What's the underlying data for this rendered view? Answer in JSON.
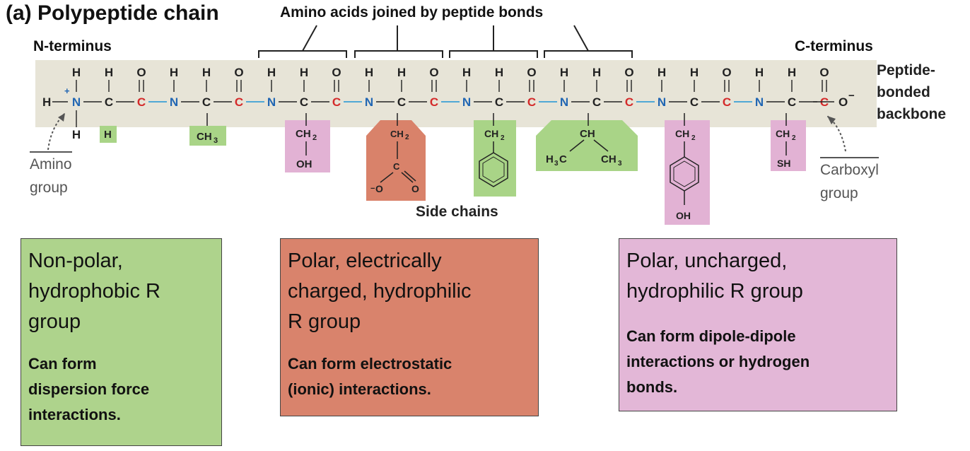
{
  "title": "(a) Polypeptide chain",
  "peptide_bonds_label": "Amino acids joined by peptide bonds",
  "n_terminus": "N-terminus",
  "c_terminus": "C-terminus",
  "backbone_label": [
    "Peptide-",
    "bonded",
    "backbone"
  ],
  "amino_group": [
    "Amino",
    "group"
  ],
  "carboxyl_group": [
    "Carboxyl",
    "group"
  ],
  "side_chains_label": "Side chains",
  "atoms": {
    "H": "H",
    "C": "C",
    "N": "N",
    "O": "O",
    "plus": "+",
    "minus": "−"
  },
  "side_chain_groups": {
    "h": "H",
    "ch3": "CH",
    "ch2": "CH",
    "sub2": "2",
    "sub3": "3",
    "oh": "OH",
    "sh": "SH",
    "ch": "CH",
    "h3c": "H",
    "o_minus": "O",
    "minus": "−",
    "c": "C",
    "o": "O"
  },
  "colors": {
    "backbone_bg": "#e7e4d7",
    "nonpolar": "#a9d487",
    "charged": "#d9826a",
    "polar": "#e2b2d4",
    "nitrogen": "#2166b3",
    "carbon_red": "#d42a2a",
    "bond_blue": "#3b9fd6"
  },
  "boxes": [
    {
      "main": [
        "Non-polar,",
        "hydrophobic  R",
        "group"
      ],
      "sub": [
        "Can form",
        "dispersion force",
        "interactions."
      ],
      "color": "#aed38c"
    },
    {
      "main": [
        "Polar, electrically",
        "charged, hydrophilic",
        "R group"
      ],
      "sub": [
        "Can form electrostatic",
        "(ionic) interactions."
      ],
      "color": "#d9836c"
    },
    {
      "main": [
        "Polar, uncharged,",
        "hydrophilic R group"
      ],
      "sub": [
        "Can form dipole-dipole",
        "interactions or hydrogen",
        "bonds."
      ],
      "color": "#e3b7d7"
    }
  ]
}
